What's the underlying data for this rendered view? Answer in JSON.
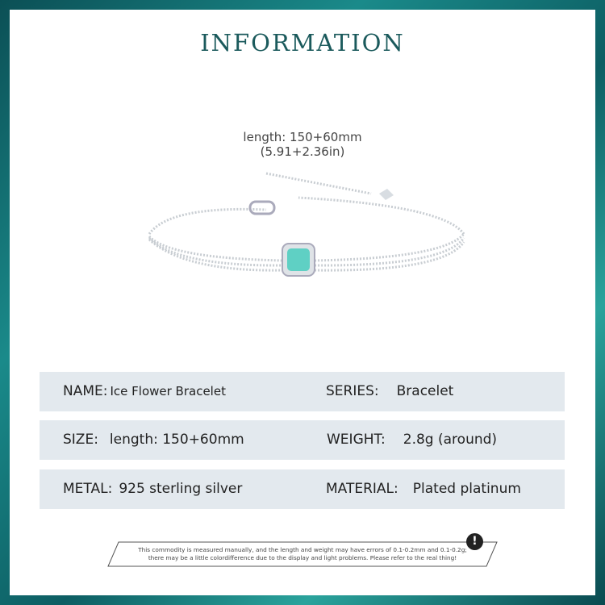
{
  "title": "INFORMATION",
  "dimension": {
    "length": "length: 150+60mm",
    "inches": "(5.91+2.36in)"
  },
  "rows": [
    {
      "left_label": "NAME:",
      "left_value": "Ice Flower Bracelet",
      "right_label": "SERIES:",
      "right_value": "Bracelet"
    },
    {
      "left_label": "SIZE:",
      "left_value": "length: 150+60mm",
      "right_label": "WEIGHT:",
      "right_value": "2.8g (around)"
    },
    {
      "left_label": "METAL:",
      "left_value": "925 sterling silver",
      "right_label": "MATERIAL:",
      "right_value": "Plated platinum"
    }
  ],
  "note": {
    "line1": "This commodity is measured manually, and the length and weight may have errors of 0.1-0.2mm and 0.1-0.2g;",
    "line2": "there may be a little colordifference due to the display and light problems. Please refer to the real thing!",
    "icon": "!"
  },
  "colors": {
    "accent": "#1b5a5c",
    "row_bg": "#e3e9ee",
    "gem": "#5fd0c4"
  }
}
